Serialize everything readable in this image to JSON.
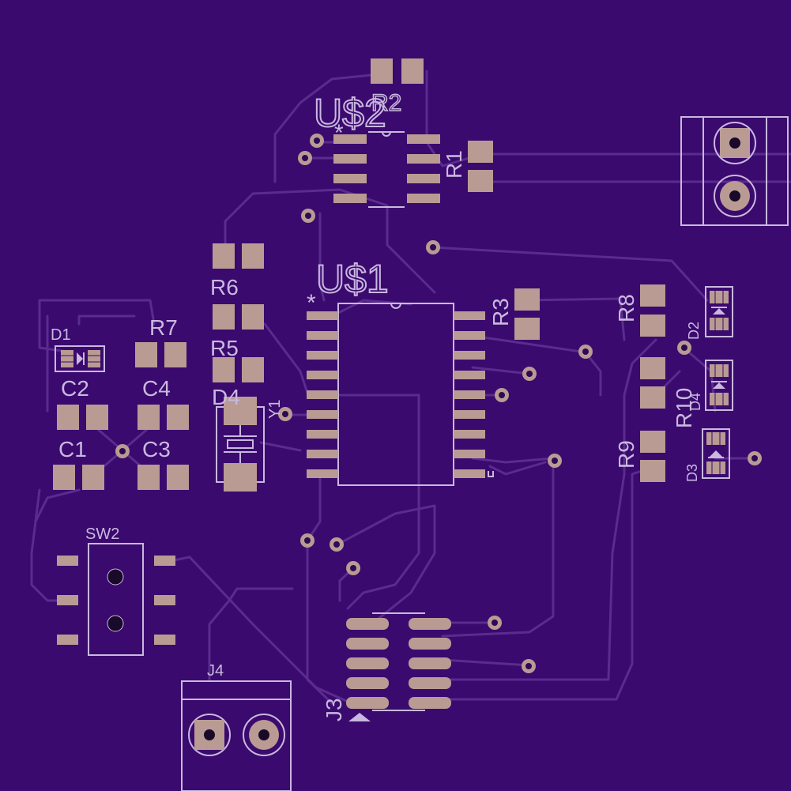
{
  "colors": {
    "board": "#3a0a6e",
    "trace": "#5a2c8e",
    "pad": "#b99b93",
    "silk": "#c9b8df",
    "via_ring": "#b99b93",
    "via_hole": "#2c0a54",
    "drill": "#1a0a2a"
  },
  "labels": {
    "u2": "U$2",
    "r2": "R2",
    "r1": "R1",
    "u1": "U$1",
    "r3": "R3",
    "r6": "R6",
    "r7": "R7",
    "r5": "R5",
    "d1": "D1",
    "c2": "C2",
    "c4": "C4",
    "c1": "C1",
    "c3": "C3",
    "d4a": "D4",
    "y1": "Y1",
    "r8": "R8",
    "d2": "D2",
    "r10": "R10",
    "d4b": "D4",
    "r9": "R9",
    "d3": "D3",
    "sw2": "SW2",
    "j4": "J4",
    "j3": "J3",
    "u1_pin1_mark": "*",
    "u2_pin1_mark": "*"
  }
}
